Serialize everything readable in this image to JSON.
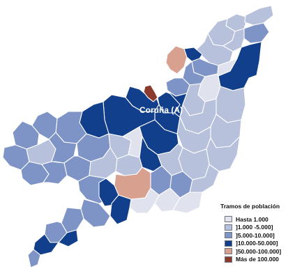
{
  "colors": {
    "hasta_1000": "#e0e3ee",
    "r1000_5000": "#b7c1dc",
    "r5000_10000": "#7e93c6",
    "r10000_50000": "#123f8c",
    "r50000_100000": "#d8a08e",
    "r_mas_100000": "#8b3b2e",
    "border": "#ffffff"
  },
  "city_label": "Coruña (A)",
  "legend": {
    "title": "Tramos de población",
    "items": [
      {
        "label": "Hasta 1.000",
        "color": "#e0e3ee"
      },
      {
        "label": "]1.000 -5.000]",
        "color": "#b7c1dc"
      },
      {
        "label": "]5.000-10.000]",
        "color": "#7e93c6"
      },
      {
        "label": "]10.000-50.000]",
        "color": "#123f8c"
      },
      {
        "label": "]50.000-100.000]",
        "color": "#d8a08e"
      },
      {
        "label": "Más de 100.000",
        "color": "#8b3b2e"
      }
    ]
  }
}
